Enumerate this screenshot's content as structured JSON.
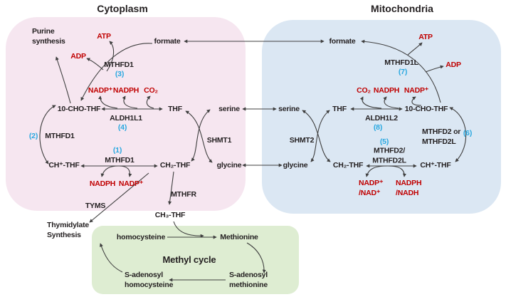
{
  "titles": {
    "cytoplasm": "Cytoplasm",
    "mitochondria": "Mitochondria"
  },
  "colors": {
    "red_cofactor": "#c00000",
    "blue_step_number": "#29a8e0",
    "cytoplasm_box": "#f6e6f0",
    "mitochondria_box": "#dbe7f3",
    "methyl_cycle_box": "#deedd2",
    "arrow": "#3f3f3f",
    "text": "#231f20"
  },
  "cyto": {
    "purine_synthesis": "Purine\nsynthesis",
    "atp": "ATP",
    "adp": "ADP",
    "formate": "formate",
    "mthfd1_3": "MTHFD1",
    "n3": "(3)",
    "nadp_plus": "NADP⁺",
    "nadph": "NADPH",
    "co2": "CO₂",
    "cho_thf": "10-CHO-THF",
    "aldh1l1": "ALDH1L1",
    "n4": "(4)",
    "thf": "THF",
    "serine": "serine",
    "n2": "(2)",
    "mthfd1_2": "MTHFD1",
    "shmt1": "SHMT1",
    "n1": "(1)",
    "mthfd1_1": "MTHFD1",
    "ch_plus_thf": "CH⁺-THF",
    "ch2_thf": "CH₂-THF",
    "glycine": "glycine",
    "nadph_2": "NADPH",
    "nadp_plus_2": "NADP⁺",
    "mthfr": "MTHFR",
    "tyms": "TYMS",
    "thymidylate_synthesis": "Thymidylate\nSynthesis",
    "ch3_thf": "CH₃-THF"
  },
  "mito": {
    "formate": "formate",
    "atp": "ATP",
    "mthfd1l": "MTHFD1L",
    "n7": "(7)",
    "adp": "ADP",
    "co2": "CO₂",
    "nadph": "NADPH",
    "nadp_plus": "NADP⁺",
    "serine": "serine",
    "thf": "THF",
    "cho_thf": "10-CHO-THF",
    "aldh1l2": "ALDH1L2",
    "n8": "(8)",
    "shmt2": "SHMT2",
    "mthfd2_or": "MTHFD2 or\nMTHFD2L",
    "n6": "(6)",
    "n5": "(5)",
    "mthfd2_slash": "MTHFD2/\nMTHFD2L",
    "glycine": "glycine",
    "ch2_thf": "CH₂-THF",
    "ch_plus_thf": "CH⁺-THF",
    "nadp_nad": "NADP⁺\n/NAD⁺",
    "nadph_nadh": "NADPH\n/NADH"
  },
  "methyl": {
    "homocysteine": "homocysteine",
    "methionine": "Methionine",
    "title": "Methyl cycle",
    "s_adenosyl_homocysteine": "S-adenosyl\nhomocysteine",
    "s_adenosyl_methionine": "S-adenosyl\nmethionine"
  }
}
